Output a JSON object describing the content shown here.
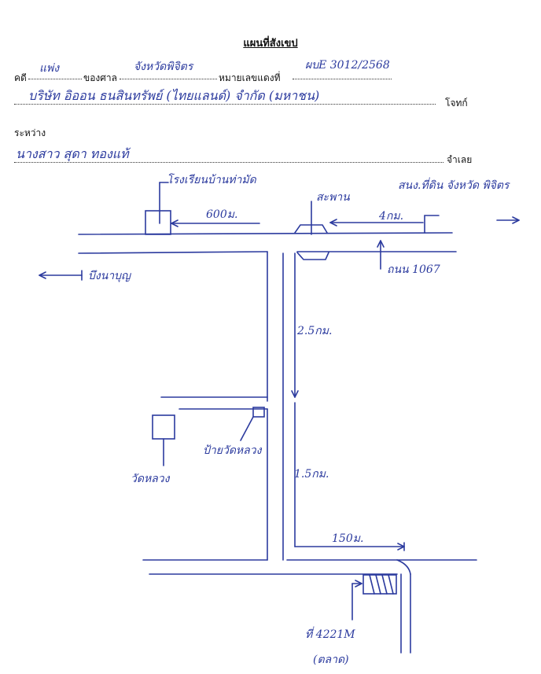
{
  "title": "แผนที่สังเขป",
  "header": {
    "case_label": "คดี",
    "case_no": "แพ่ง",
    "court_label": "ของศาล",
    "court_name": "จังหวัดพิจิตร",
    "black_no_label": "หมายเลขแดงที่",
    "black_no": "ผบE 3012/2568",
    "plaintiff": "บริษัท อิออน ธนสินทรัพย์ (ไทยแลนด์) จำกัด (มหาชน)",
    "plaintiff_label": "โจทก์",
    "between_label": "ระหว่าง",
    "defendant": "นางสาว สุดา ทองแท้",
    "defendant_label": "จำเลย"
  },
  "map": {
    "labels": {
      "school": "โรงเรียนบ้านท่ามัด",
      "dist_600": "600ม.",
      "bridge": "สะพาน",
      "dist_4km": "4กม.",
      "district_office": "สนง.ที่ดิน จังหวัด พิจิตร",
      "road_1067": "ถนน 1067",
      "bueng_north": "บึงนาบุญ",
      "dist_25": "2.5กม.",
      "sign": "ป้ายวัดหลวง",
      "temple": "วัดหลวง",
      "dist_15": "1.5กม.",
      "dist_150": "150ม.",
      "house_no": "ที่ 4221M",
      "house_note": "(ตลาด)"
    }
  }
}
